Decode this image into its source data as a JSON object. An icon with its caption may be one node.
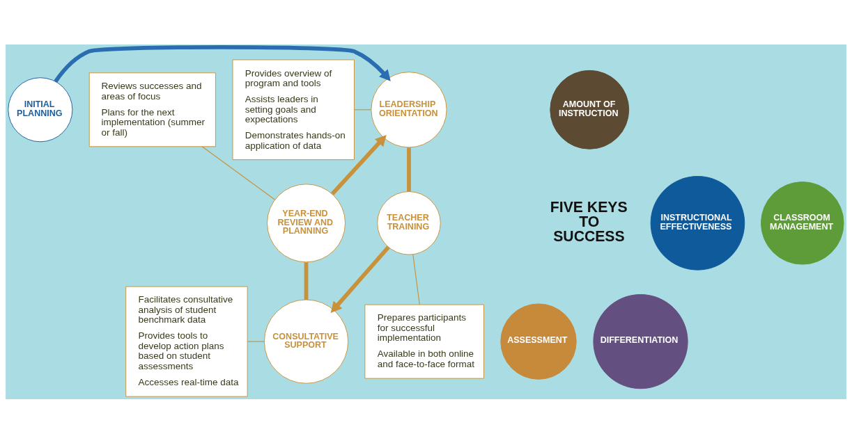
{
  "diagram": {
    "nodes": [
      {
        "text": [
          "INITIAL PLANNING"
        ]
      },
      {
        "text": [
          "LEADERSHIP ORIENTATION"
        ]
      },
      {
        "text": [
          "TEACHER TRAINING"
        ]
      },
      {
        "text": [
          "CONSULTATIVE SUPPORT"
        ]
      },
      {
        "text": [
          "YEAR-END REVIEW AND PLANNING"
        ]
      },
      {
        "text": [
          "AMOUNT OF INSTRUCTION"
        ]
      },
      {
        "text": [
          "INSTRUCTIONAL EFFECTIVENESS"
        ]
      },
      {
        "text": [
          "ASSESSMENT"
        ]
      },
      {
        "text": [
          "DIFFERENTIATION"
        ]
      },
      {
        "text": [
          "CLASSROOM MANAGEMENT"
        ]
      },
      {
        "text": [
          "Provides overview of program and tools",
          "Assists leaders in setting goals and expectations",
          "Demonstrates hands-on application of data"
        ]
      },
      {
        "text": [
          "Prepares participants for successful implementation",
          "Available in both online and face-to-face format"
        ]
      },
      {
        "text": [
          "Facilitates consultative analysis of student benchmark data",
          "Provides tools to develop action plans based on student assessments",
          "Accesses real-time data"
        ]
      },
      {
        "text": [
          "Reviews successes and areas of focus",
          "Plans for the next implementation (summer or fall)"
        ]
      }
    ],
    "edges": [
      {
        "from": 0,
        "to": 1,
        "arrow": "to",
        "color": "#2a6db0"
      },
      {
        "from": 1,
        "to": 2,
        "arrow": "none"
      },
      {
        "from": 2,
        "to": 3,
        "arrow": "to"
      },
      {
        "from": 3,
        "to": 4,
        "arrow": "none"
      },
      {
        "from": 4,
        "to": 1,
        "arrow": "to"
      },
      {
        "from": 10,
        "to": 1,
        "arrow": "none"
      },
      {
        "from": 11,
        "to": 2,
        "arrow": "none"
      },
      {
        "from": 12,
        "to": 3,
        "arrow": "none"
      },
      {
        "from": 13,
        "to": 4,
        "arrow": "none"
      }
    ],
    "labels": [
      "FIVE KEYS TO SUCCESS"
    ]
  }
}
